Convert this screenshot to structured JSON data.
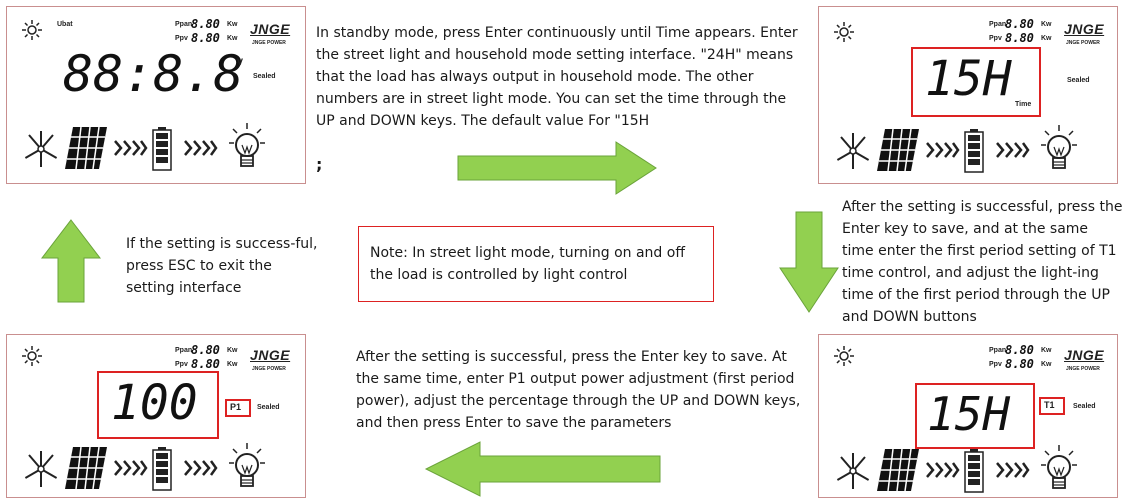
{
  "panels": {
    "p1": {
      "ubat": "Ubat",
      "ppan": "Ppan",
      "ppv": "Ppv",
      "ppan_val": "8.80",
      "ppv_val": "8.80",
      "kw": "Kw",
      "logo": "JNGE",
      "logo_sub": "JNGE POWER",
      "digits": "88:8.8",
      "unit": "V",
      "sealed": "Sealed"
    },
    "p2": {
      "ppan": "Ppan",
      "ppv": "Ppv",
      "ppan_val": "8.80",
      "ppv_val": "8.80",
      "kw": "Kw",
      "logo": "JNGE",
      "logo_sub": "JNGE POWER",
      "digits": "15H",
      "time": "Time",
      "sealed": "Sealed"
    },
    "p3": {
      "ppan": "Ppan",
      "ppv": "Ppv",
      "ppan_val": "8.80",
      "ppv_val": "8.80",
      "kw": "Kw",
      "logo": "JNGE",
      "logo_sub": "JNGE POWER",
      "digits": "100",
      "tag": "P1",
      "sealed": "Sealed"
    },
    "p4": {
      "ppan": "Ppan",
      "ppv": "Ppv",
      "ppan_val": "8.80",
      "ppv_val": "8.80",
      "kw": "Kw",
      "logo": "JNGE",
      "logo_sub": "JNGE POWER",
      "digits": "15H",
      "tag": "T1",
      "sealed": "Sealed"
    }
  },
  "text": {
    "step1": "In standby mode, press Enter continuously until Time appears. Enter the street light and household mode setting interface. \"24H\" means that the load has always output in household mode. The other numbers are in street light mode. You can set the time through the UP and DOWN keys. The default value For \"15H",
    "step1_tail": ";",
    "step2": "After the setting is successful, press the Enter key to save, and at the same time enter the first period setting of T1 time control, and adjust the light-ing time of the first period through the UP and DOWN buttons",
    "step3": "After the setting is successful, press the Enter key to save. At the same time, enter P1 output power adjustment (first period power), adjust the percentage through the UP and DOWN keys, and then press Enter to save the parameters",
    "step4": "If the setting is success-ful, press ESC to exit the setting interface",
    "note": "Note: In street light mode, turning on and off the load is controlled by light control"
  },
  "colors": {
    "arrow": "#92d050",
    "arrow_border": "#6aa33a",
    "highlight": "#dd2222",
    "panel_border": "#c98f8f"
  },
  "icons": [
    "sun-icon",
    "wind-turbine-icon",
    "solar-panel-icon",
    "flow-chevrons-icon",
    "battery-icon",
    "light-bulb-icon"
  ]
}
